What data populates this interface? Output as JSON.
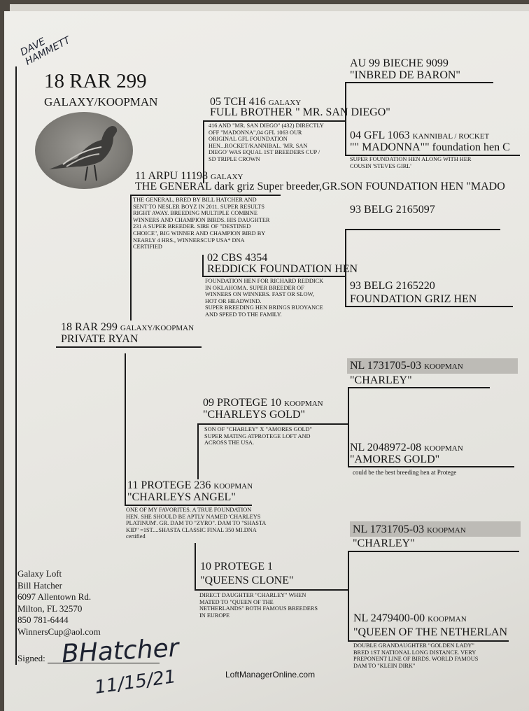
{
  "handwritten_note": "DAVE HAMMETT",
  "subject": {
    "band": "18 RAR 299",
    "breeder": "GALAXY/KOOPMAN"
  },
  "photo": {
    "icon": "pigeon-photo"
  },
  "pedigree": {
    "bird": {
      "band": "18 RAR 299",
      "breeder": "GALAXY/KOOPMAN",
      "name": "PRIVATE RYAN"
    },
    "sire": {
      "band": "11 ARPU 11198",
      "breeder": "GALAXY",
      "name": "THE GENERAL dark griz Super breeder,GR.SON FOUNDATION HEN \"MADO",
      "note": [
        "THE GENERAL, BRED BY BILL HATCHER AND",
        "SENT TO NESLER BOYZ IN 2011. SUPER RESULTS",
        "RIGHT AWAY. BREEDING MULTIPLE COMBINE",
        "WINNERS AND CHAMPION BIRDS. HIS DAUGHTER",
        "231 A SUPER BREEDER. SIRE OF \"DESTINED",
        "CHOICE\", BIG WINNER AND CHAMPION BIRD BY",
        "NEARLY 4 HRS., WINNERSCUP USA* DNA",
        "CERTIFIED"
      ]
    },
    "sire_sire": {
      "band": "05 TCH 416",
      "breeder": "GALAXY",
      "name": "FULL BROTHER \" MR. SAN DIEGO\"",
      "note": [
        "416 AND \"MR. SAN DIEGO\" (432) DIRECTLY",
        "OFF \"MADONNA\",04 GFL 1063 OUR",
        "ORIGINAL GFL FOUNDATION",
        "HEN...ROCKET/KANNIBAL. 'MR. SAN",
        "DIEGO' WAS EQUAL 1ST BREEDERS CUP /",
        "SD TRIPLE CROWN"
      ]
    },
    "sire_sire_sire": {
      "band": "AU 99 BIECHE 9099",
      "name": "\"INBRED DE BARON\""
    },
    "sire_sire_dam": {
      "band": "04 GFL 1063",
      "breeder": "KANNIBAL / ROCKET",
      "name": "\"\" MADONNA\"\" foundation hen C",
      "note": [
        "SUPER FOUNDATION HEN ALONG WITH HER",
        "COUSIN 'STEVES GIRL'"
      ]
    },
    "sire_dam": {
      "band": "02 CBS 4354",
      "name": "REDDICK FOUNDATION HEN",
      "note": [
        "FOUNDATION HEN FOR RICHARD REDDICK",
        "IN OKLAHOMA.  SUPER BREEDER OF",
        "WINNERS ON WINNERS.  FAST OR SLOW,",
        "HOT OR HEADWIND.",
        "SUPER BREEDING HEN BRINGS BUOYANCE",
        "AND SPEED TO THE FAMILY."
      ]
    },
    "sire_dam_sire": {
      "band": "93 BELG 2165097"
    },
    "sire_dam_dam": {
      "band": "93 BELG 2165220",
      "name": "FOUNDATION GRIZ HEN"
    },
    "dam": {
      "band": "11 PROTEGE 236",
      "breeder": "KOOPMAN",
      "name": "\"CHARLEYS ANGEL\"",
      "note": [
        "ONE OF MY FAVORITES. A TRUE FOUNDATION",
        "HEN. SHE SHOULD BE APTLY NAMED 'CHARLEYS",
        "PLATINUM'. GR. DAM TO \"ZYRO\". Dam to \"SHASTA",
        "KID\" =1ST....SHASTA CLASSIC FINAL 350 MI.DNA",
        "certified"
      ]
    },
    "dam_sire": {
      "band": "09 PROTEGE 10",
      "breeder": "KOOPMAN",
      "name": "\"CHARLEYS GOLD\"",
      "note": [
        "SON OF \"CHARLEY\" X \"AMORES GOLD\"",
        "SUPER MATING ATPROTEGE LOFT AND",
        "ACROSS THE USA."
      ]
    },
    "dam_sire_sire": {
      "band": "NL 1731705-03",
      "breeder": "KOOPMAN",
      "name": "\"CHARLEY\""
    },
    "dam_sire_dam": {
      "band": "NL 2048972-08",
      "breeder": "KOOPMAN",
      "name": "\"AMORES GOLD\"",
      "note": "could be the best breeding hen at Protege"
    },
    "dam_dam": {
      "band": "10 PROTEGE 1",
      "name": "\"QUEENS CLONE\"",
      "note": [
        "DIRECT DAUGHTER \"CHARLEY\" WHEN",
        "MATED TO \"QUEEN OF THE",
        "NETHERLANDS\" BOTH FAMOUS BREEDERS",
        "IN EUROPE"
      ]
    },
    "dam_dam_sire": {
      "band": "NL 1731705-03",
      "breeder": "KOOPMAN",
      "name": "\"CHARLEY\""
    },
    "dam_dam_dam": {
      "band": "NL 2479400-00",
      "breeder": "KOOPMAN",
      "name": "\"QUEEN OF THE NETHERLAN",
      "note": [
        "DOUBLE GRANDAUGHTER \"GOLDEN LADY\"",
        "BRED 1ST NATIONAL LONG DISTANCE. VERY",
        "PREPONENT LINE OF BIRDS. WORLD FAMOUS",
        "DAM TO \"KLEIN DIRK\""
      ]
    }
  },
  "owner": {
    "loft": "Galaxy Loft",
    "name": "Bill Hatcher",
    "street": "6097 Allentown Rd.",
    "city": "Milton, FL 32570",
    "phone": "850 781-6444",
    "email": "WinnersCup@aol.com"
  },
  "signature": {
    "label": "Signed:",
    "signature": "BHatcher",
    "date": "11/15/21"
  },
  "footer": {
    "website": "LoftManagerOnline.com"
  }
}
